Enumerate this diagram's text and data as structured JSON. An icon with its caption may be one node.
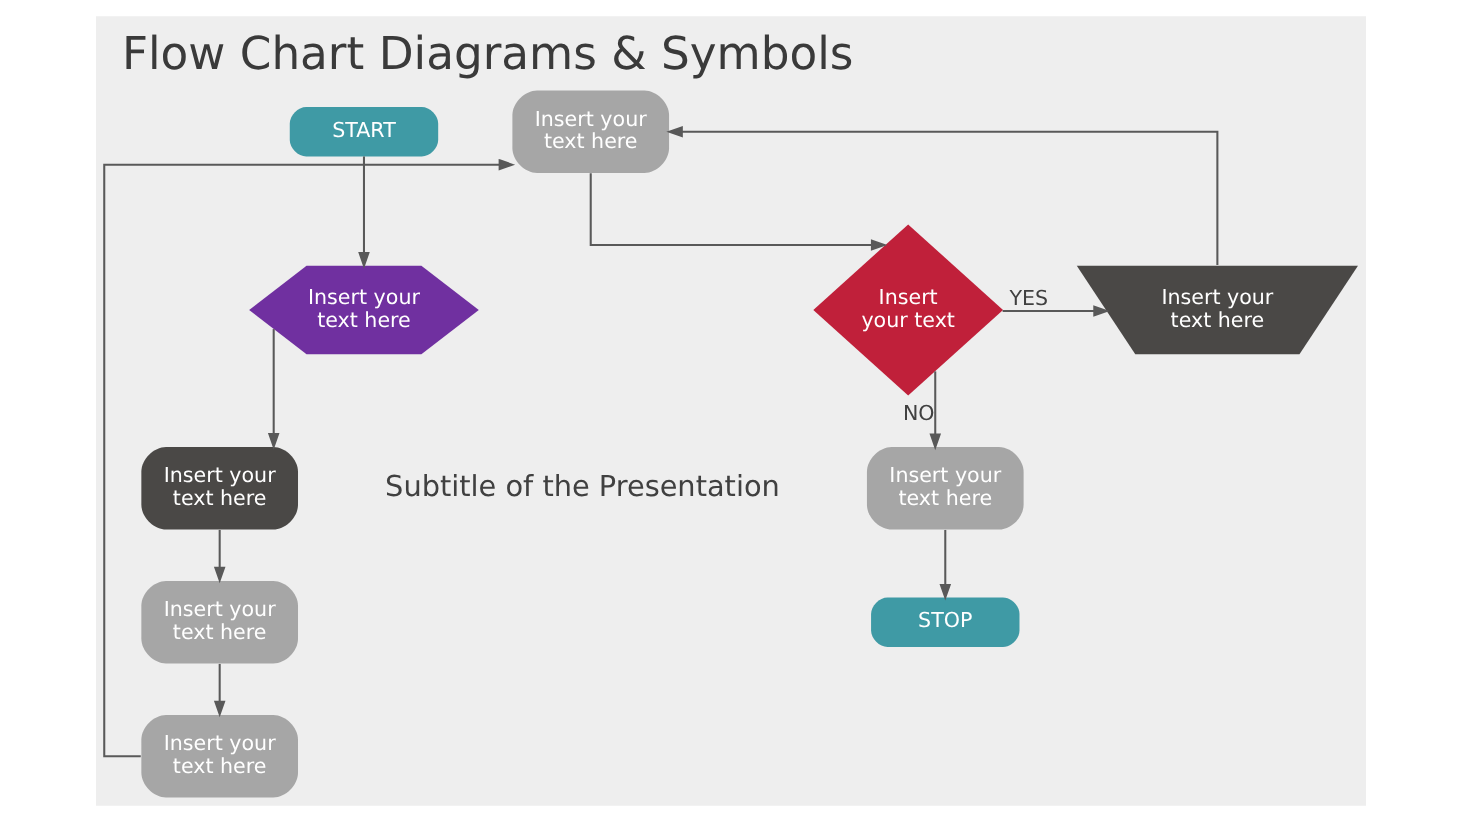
{
  "diagram": {
    "title": "Flow Chart Diagrams & Symbols",
    "nodes": [
      {
        "text": [
          "START"
        ]
      },
      {
        "text": [
          "Insert your text here"
        ]
      },
      {
        "text": [
          "Insert your text here"
        ]
      },
      {
        "text": [
          "Insert your text here"
        ]
      },
      {
        "text": [
          "Insert your text here"
        ]
      },
      {
        "text": [
          "Insert your text here"
        ]
      },
      {
        "text": [
          "Insert your text"
        ]
      },
      {
        "text": [
          "Insert your text here"
        ]
      },
      {
        "text": [
          "Insert your text here"
        ]
      },
      {
        "text": [
          "STOP"
        ]
      }
    ],
    "edges": [
      {
        "from": 0,
        "to": 1,
        "arrow": "to"
      },
      {
        "from": 1,
        "to": 2,
        "arrow": "to"
      },
      {
        "from": 2,
        "to": 3,
        "arrow": "to"
      },
      {
        "from": 3,
        "to": 4,
        "arrow": "to"
      },
      {
        "from": 4,
        "to": 5,
        "arrow": "to"
      },
      {
        "from": 5,
        "to": 6,
        "arrow": "to"
      },
      {
        "from": 6,
        "to": 7,
        "arrow": "to",
        "label": "YES"
      },
      {
        "from": 7,
        "to": 5,
        "arrow": "to"
      },
      {
        "from": 6,
        "to": 8,
        "arrow": "to",
        "label": "NO"
      },
      {
        "from": 8,
        "to": 9,
        "arrow": "to"
      }
    ],
    "labels": [
      "Subtitle of the Presentation"
    ]
  }
}
